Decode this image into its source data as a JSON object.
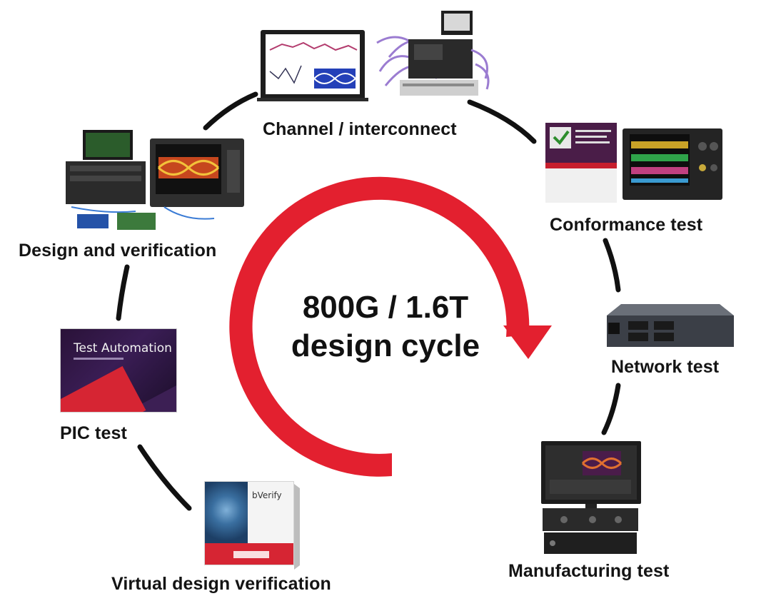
{
  "center": {
    "line1": "800G / 1.6T",
    "line2": "design cycle",
    "arrow_color": "#e3202f"
  },
  "stages": {
    "channel": "Channel / interconnect",
    "conformance": "Conformance test",
    "network": "Network test",
    "manufacturing": "Manufacturing test",
    "virtual": "Virtual design verification",
    "pic": "PIC test",
    "design": "Design and verification"
  },
  "products": {
    "test_automation": "Test Automation",
    "bverify": "bVerify"
  }
}
